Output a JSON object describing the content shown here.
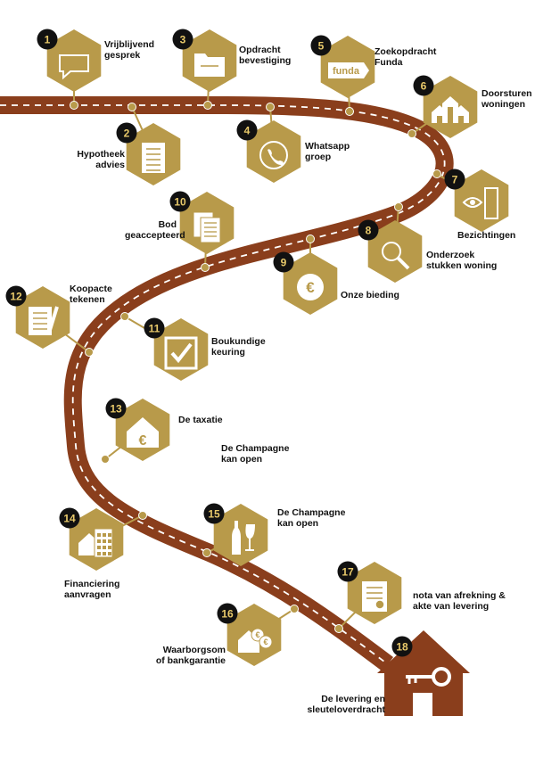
{
  "colors": {
    "gold": "#b89a4a",
    "road": "#8a3e1c",
    "dash": "#ffffff",
    "badge": "#111111",
    "badge_text": "#e8c96a",
    "icon": "#ffffff"
  },
  "steps": [
    {
      "num": "1",
      "label": "Vrijblijvend\ngesprek",
      "icon": "speech-bubble-icon"
    },
    {
      "num": "2",
      "label": "Hypotheek\nadvies",
      "icon": "document-icon"
    },
    {
      "num": "3",
      "label": "Opdracht\nbevestiging",
      "icon": "folder-icon"
    },
    {
      "num": "4",
      "label": "Whatsapp\ngroep",
      "icon": "whatsapp-icon"
    },
    {
      "num": "5",
      "label": "Zoekopdracht\nFunda",
      "icon": "funda-logo-icon",
      "icon_text": "funda"
    },
    {
      "num": "6",
      "label": "Doorsturen\nwoningen",
      "icon": "houses-icon"
    },
    {
      "num": "7",
      "label": "Bezichtingen",
      "icon": "door-eye-icon"
    },
    {
      "num": "8",
      "label": "Onderzoek\nstukken woning",
      "icon": "magnifier-icon"
    },
    {
      "num": "9",
      "label": "Onze bieding",
      "icon": "euro-bubble-icon"
    },
    {
      "num": "10",
      "label": "Bod\ngeaccepteerd",
      "icon": "documents-icon"
    },
    {
      "num": "11",
      "label": "Boukundige\nkeuring",
      "icon": "checkbox-icon"
    },
    {
      "num": "12",
      "label": "Koopacte\ntekenen",
      "icon": "contract-pen-icon"
    },
    {
      "num": "13",
      "label": "De taxatie",
      "icon": "euro-house-icon"
    },
    {
      "num": "14",
      "label": "Financiering\naanvragen",
      "icon": "calculator-house-icon"
    },
    {
      "num": "15",
      "label": "De Champagne\nkan open",
      "icon": "champagne-icon"
    },
    {
      "num": "16",
      "label": "Waarborgsom\nof bankgarantie",
      "icon": "house-coins-icon"
    },
    {
      "num": "17",
      "label": "nota van afrekning &\nakte van levering",
      "icon": "certificate-icon"
    },
    {
      "num": "18",
      "label": "De levering en\nsleuteloverdracht",
      "icon": "key-house-icon"
    }
  ],
  "floating_text": "De Champagne\nkan open"
}
